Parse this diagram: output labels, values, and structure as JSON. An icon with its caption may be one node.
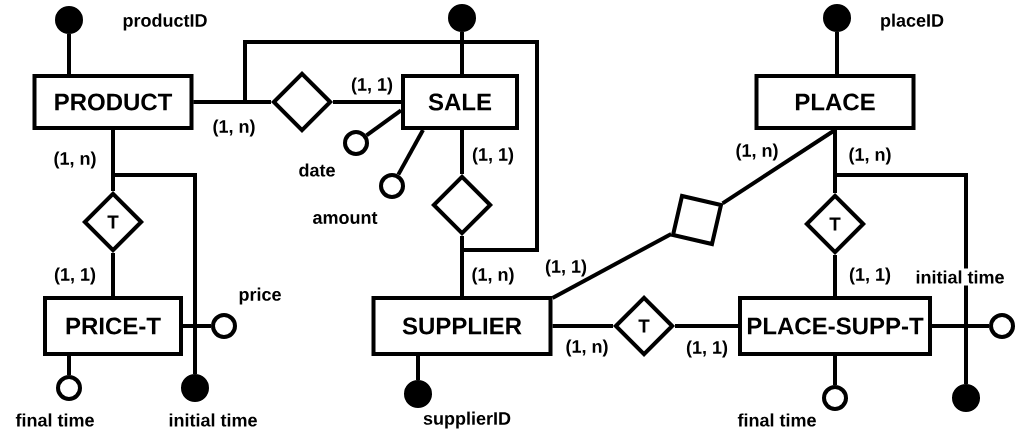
{
  "diagram": {
    "nodes": [
      {
        "text": [
          "PRODUCT"
        ]
      },
      {
        "text": [
          "SALE"
        ]
      },
      {
        "text": [
          "PLACE"
        ]
      },
      {
        "text": [
          "PRICE-T"
        ]
      },
      {
        "text": [
          "SUPPLIER"
        ]
      },
      {
        "text": [
          "PLACE-SUPP-T"
        ]
      },
      {
        "text": [
          "T"
        ]
      },
      {
        "text": [],
        "shape": "diamond"
      },
      {
        "text": [],
        "shape": "diamond"
      },
      {
        "text": [],
        "shape": "box"
      },
      {
        "text": [
          "T"
        ]
      },
      {
        "text": [
          "T"
        ]
      },
      {
        "text": [],
        "shape": "dot",
        "beside": [
          "productID"
        ]
      },
      {
        "text": [],
        "shape": "dot"
      },
      {
        "text": [],
        "shape": "circle",
        "beside": [
          "date"
        ]
      },
      {
        "text": [],
        "shape": "circle",
        "beside": [
          "amount"
        ]
      },
      {
        "text": [],
        "shape": "circle",
        "beside": [
          "price"
        ]
      },
      {
        "text": [],
        "shape": "circle",
        "beside": [
          "final time"
        ]
      },
      {
        "text": [],
        "shape": "dot",
        "beside": [
          "initial time"
        ]
      },
      {
        "text": [],
        "shape": "dot",
        "beside": [
          "supplierID"
        ]
      },
      {
        "text": [],
        "shape": "dot",
        "beside": [
          "placeID"
        ]
      },
      {
        "text": [],
        "shape": "circle"
      },
      {
        "text": [],
        "shape": "circle",
        "beside": [
          "final time"
        ]
      },
      {
        "text": [],
        "shape": "dot"
      }
    ],
    "edges": [
      {
        "from": 0,
        "to": 7,
        "arrow": "none",
        "label": "(1, n)"
      },
      {
        "from": 7,
        "to": 1,
        "arrow": "none",
        "label": "(1, 1)"
      },
      {
        "from": 0,
        "to": 6,
        "arrow": "none",
        "label": "(1, n)"
      },
      {
        "from": 6,
        "to": 3,
        "arrow": "none",
        "label": "(1, 1)"
      },
      {
        "from": 1,
        "to": 8,
        "arrow": "none",
        "label": "(1, 1)"
      },
      {
        "from": 8,
        "to": 4,
        "arrow": "none",
        "label": "(1, n)"
      },
      {
        "from": 4,
        "to": 9,
        "arrow": "none",
        "label": "(1, 1)"
      },
      {
        "from": 9,
        "to": 2,
        "arrow": "none",
        "label": "(1, n)"
      },
      {
        "from": 2,
        "to": 10,
        "arrow": "none",
        "label": "(1, n)"
      },
      {
        "from": 10,
        "to": 5,
        "arrow": "none",
        "label": "(1, 1)"
      },
      {
        "from": 4,
        "to": 11,
        "arrow": "none",
        "label": "(1, n)"
      },
      {
        "from": 11,
        "to": 5,
        "arrow": "none",
        "label": "(1, 1)"
      },
      {
        "from": 0,
        "to": 4,
        "arrow": "none"
      },
      {
        "from": 12,
        "to": 0,
        "arrow": "none"
      },
      {
        "from": 13,
        "to": 1,
        "arrow": "none"
      },
      {
        "from": 14,
        "to": 1,
        "arrow": "none"
      },
      {
        "from": 15,
        "to": 1,
        "arrow": "none"
      },
      {
        "from": 16,
        "to": 3,
        "arrow": "none"
      },
      {
        "from": 17,
        "to": 3,
        "arrow": "none"
      },
      {
        "from": 0,
        "to": 18,
        "arrow": "none"
      },
      {
        "from": 19,
        "to": 4,
        "arrow": "none"
      },
      {
        "from": 20,
        "to": 2,
        "arrow": "none"
      },
      {
        "from": 21,
        "to": 5,
        "arrow": "none"
      },
      {
        "from": 22,
        "to": 5,
        "arrow": "none"
      },
      {
        "from": 2,
        "to": 23,
        "arrow": "none"
      }
    ],
    "labels": [
      "initial time"
    ]
  }
}
